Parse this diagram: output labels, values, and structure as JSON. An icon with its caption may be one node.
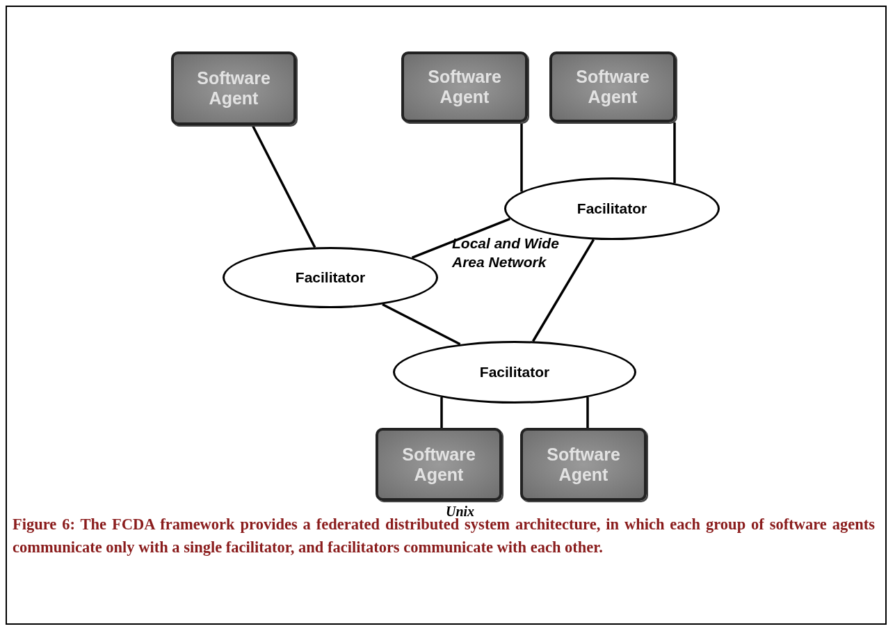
{
  "diagram": {
    "caption": "Figure 6: The FCDA framework provides a federated distributed system architecture, in which each group of software agents communicate only with a single facilitator, and facilitators communicate with each other.",
    "nodes": [
      {
        "text": [
          "Software Agent"
        ]
      },
      {
        "text": [
          "Software Agent"
        ]
      },
      {
        "text": [
          "Software Agent"
        ]
      },
      {
        "text": [
          "Facilitator"
        ]
      },
      {
        "text": [
          "Facilitator"
        ]
      },
      {
        "text": [
          "Facilitator"
        ]
      },
      {
        "text": [
          "Software Agent"
        ],
        "beside": [
          "Unix"
        ]
      },
      {
        "text": [
          "Software Agent"
        ]
      }
    ],
    "edges": [
      {
        "from": 0,
        "to": 4,
        "arrow": "none"
      },
      {
        "from": 1,
        "to": 3,
        "arrow": "none"
      },
      {
        "from": 2,
        "to": 3,
        "arrow": "none"
      },
      {
        "from": 4,
        "to": 3,
        "arrow": "none"
      },
      {
        "from": 4,
        "to": 5,
        "arrow": "none"
      },
      {
        "from": 3,
        "to": 5,
        "arrow": "none"
      },
      {
        "from": 5,
        "to": 6,
        "arrow": "none"
      },
      {
        "from": 5,
        "to": 7,
        "arrow": "none"
      }
    ],
    "labels": [
      "Local and Wide Area Network"
    ]
  }
}
